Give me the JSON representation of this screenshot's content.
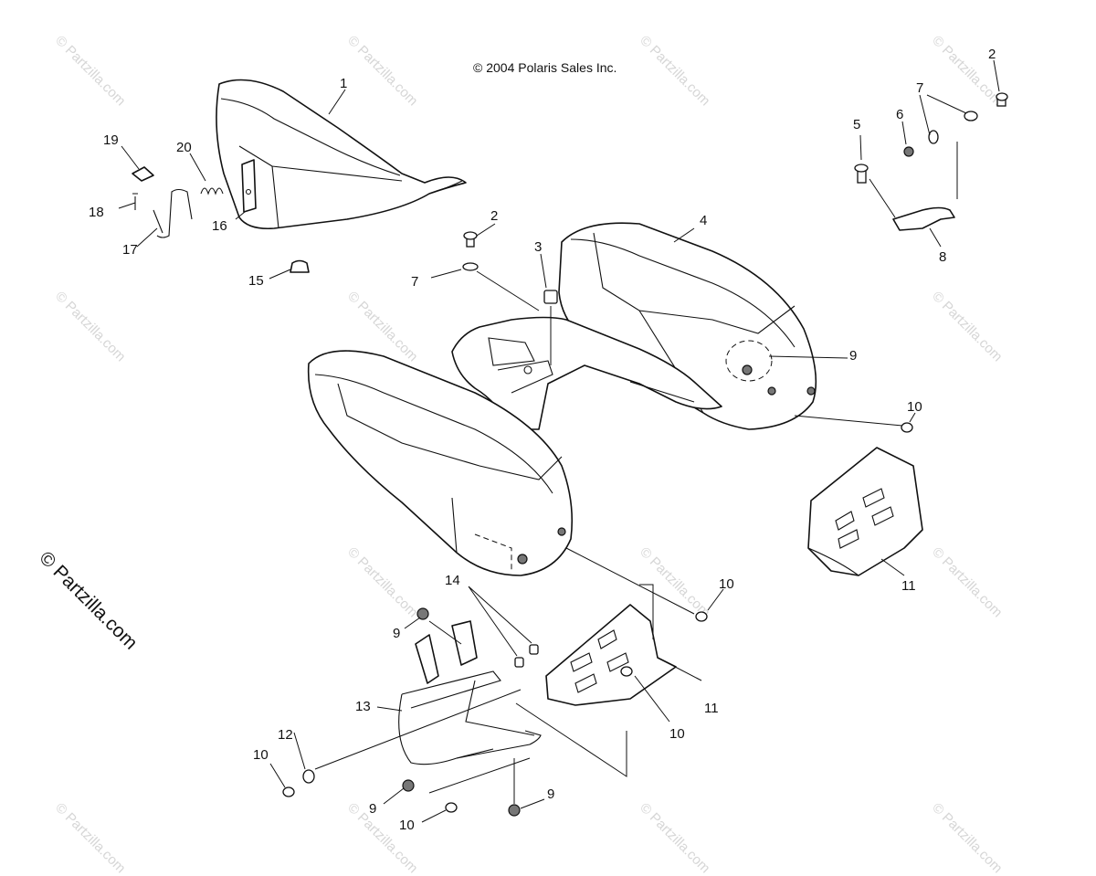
{
  "copyright": "© 2004 Polaris Sales Inc.",
  "side_watermark": "© Partzilla.com",
  "watermark_text": "© Partzilla.com",
  "callouts": {
    "c1": "1",
    "c2a": "2",
    "c2b": "2",
    "c3": "3",
    "c4": "4",
    "c5": "5",
    "c6": "6",
    "c7a": "7",
    "c7b": "7",
    "c8": "8",
    "c9a": "9",
    "c9b": "9",
    "c9c": "9",
    "c9d": "9",
    "c10a": "10",
    "c10b": "10",
    "c10c": "10",
    "c10d": "10",
    "c10e": "10",
    "c11a": "11",
    "c11b": "11",
    "c12": "12",
    "c13": "13",
    "c14": "14",
    "c15": "15",
    "c16": "16",
    "c17": "17",
    "c18": "18",
    "c19": "19",
    "c20": "20"
  }
}
